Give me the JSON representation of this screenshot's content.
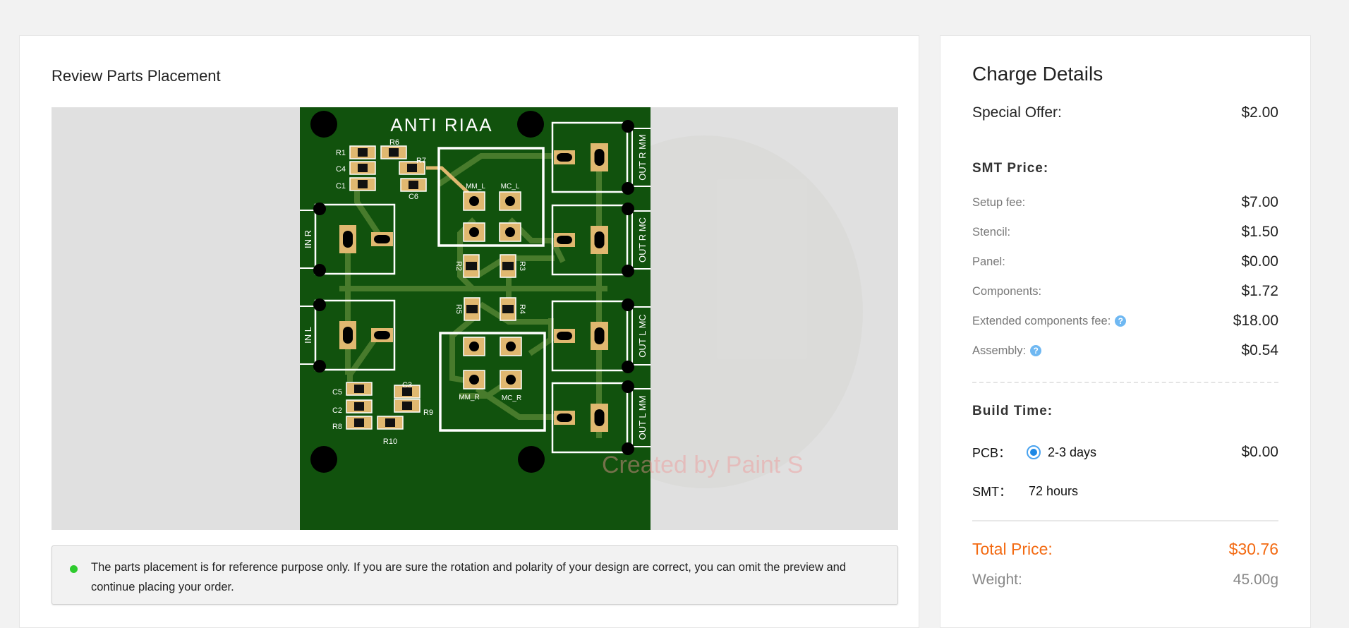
{
  "left": {
    "title": "Review Parts Placement",
    "pcb": {
      "board_title": "ANTI RIAA",
      "connectors_left": [
        "IN R",
        "IN L"
      ],
      "connectors_right": [
        "OUT R MM",
        "OUT R MC",
        "OUT L MC",
        "OUT L MM"
      ],
      "ic_labels": [
        "MM_L",
        "MC_L",
        "MM_R",
        "MC_R"
      ],
      "parts": [
        "R1",
        "C4",
        "C1",
        "R6",
        "R7",
        "C6",
        "R2",
        "R3",
        "R5",
        "R4",
        "C5",
        "C2",
        "R8",
        "R10",
        "C3",
        "R9"
      ]
    },
    "watermark": "Created by Paint S",
    "notice": "The parts placement is for reference purpose only. If you are sure the rotation and polarity of your design are correct, you can omit the preview and continue placing your order.",
    "notice_color": "#2ecb2e"
  },
  "charge": {
    "title": "Charge Details",
    "special_offer": {
      "label": "Special Offer:",
      "value": "$2.00"
    },
    "smt_title": "SMT Price:",
    "smt_rows": [
      {
        "label": "Setup fee:",
        "value": "$7.00"
      },
      {
        "label": "Stencil:",
        "value": "$1.50"
      },
      {
        "label": "Panel:",
        "value": "$0.00"
      },
      {
        "label": "Components:",
        "value": "$1.72"
      },
      {
        "label": "Extended components fee:",
        "value": "$18.00",
        "help": "?"
      },
      {
        "label": "Assembly:",
        "value": "$0.54",
        "help": "?"
      }
    ],
    "build_title": "Build Time:",
    "pcb": {
      "label": "PCB：",
      "option": "2-3 days",
      "value": "$0.00"
    },
    "smt": {
      "label": "SMT：",
      "value": "72 hours"
    },
    "total": {
      "label": "Total Price:",
      "value": "$30.76",
      "color": "#f36a12"
    },
    "weight": {
      "label": "Weight:",
      "value": "45.00g"
    }
  }
}
